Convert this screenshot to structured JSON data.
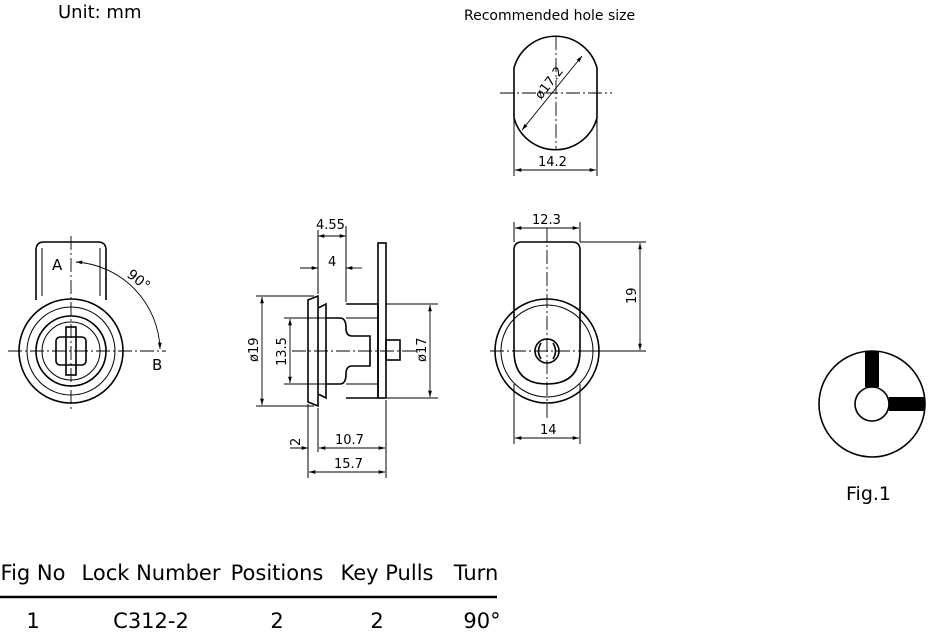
{
  "unit_label": "Unit:  mm",
  "recommended": {
    "title": "Recommended hole size",
    "diameter": "ø17.2",
    "flat_width": "14.2"
  },
  "front_view": {
    "label_a": "A",
    "label_b": "B",
    "angle": "90°"
  },
  "side_view": {
    "dim_455": "4.55",
    "dim_4": "4",
    "dim_d19": "ø19",
    "dim_135": "13.5",
    "dim_d17": "ø17",
    "dim_2": "2",
    "dim_107": "10.7",
    "dim_157": "15.7"
  },
  "rear_view": {
    "dim_123": "12.3",
    "dim_19": "19",
    "dim_14": "14"
  },
  "fig1": {
    "caption": "Fig.1"
  },
  "table": {
    "headers": [
      "Fig No",
      "Lock Number",
      "Positions",
      "Key Pulls",
      "Turn"
    ],
    "rows": [
      [
        "1",
        "C312-2",
        "2",
        "2",
        "90°"
      ]
    ]
  }
}
